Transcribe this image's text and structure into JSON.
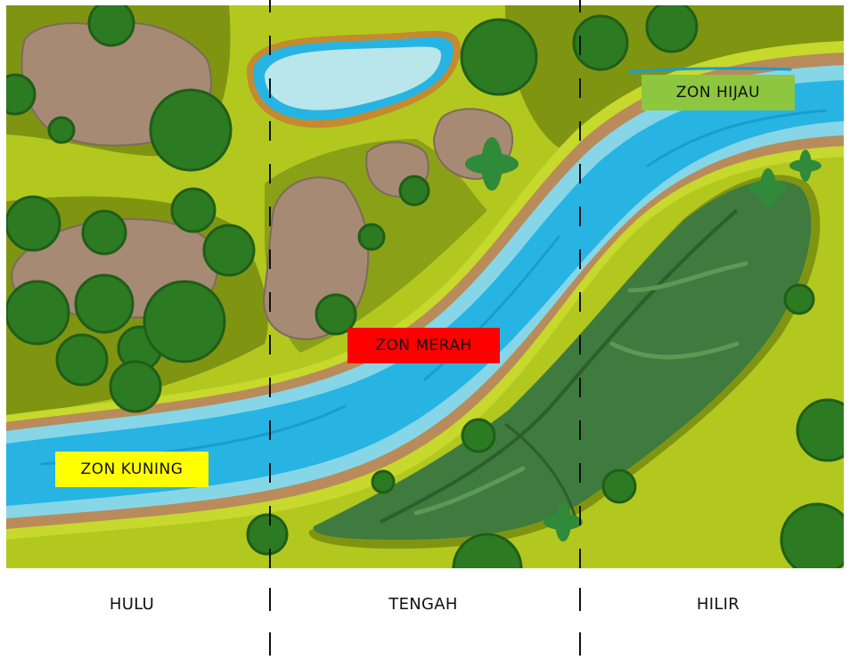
{
  "diagram": {
    "type": "river-zone-illustration",
    "zones": [
      {
        "label": "ZON KUNING",
        "color": "#ffff00"
      },
      {
        "label": "ZON MERAH",
        "color": "#ff0000"
      },
      {
        "label": "ZON HIJAU",
        "color": "#8dc63f"
      }
    ],
    "sections": [
      {
        "label": "HULU"
      },
      {
        "label": "TENGAH"
      },
      {
        "label": "HILIR"
      }
    ],
    "colors": {
      "grass": "#b2c81f",
      "dark_grass": "#7f9512",
      "river": "#27b4e3",
      "river_edge": "#86d6e8",
      "bank": "#b98b5a",
      "bank_light": "#c6d92c",
      "lake": "#b9e6ea",
      "mountain": "#3f7a3f",
      "rock": "#a68a74",
      "tree": "#2c7a22"
    }
  }
}
